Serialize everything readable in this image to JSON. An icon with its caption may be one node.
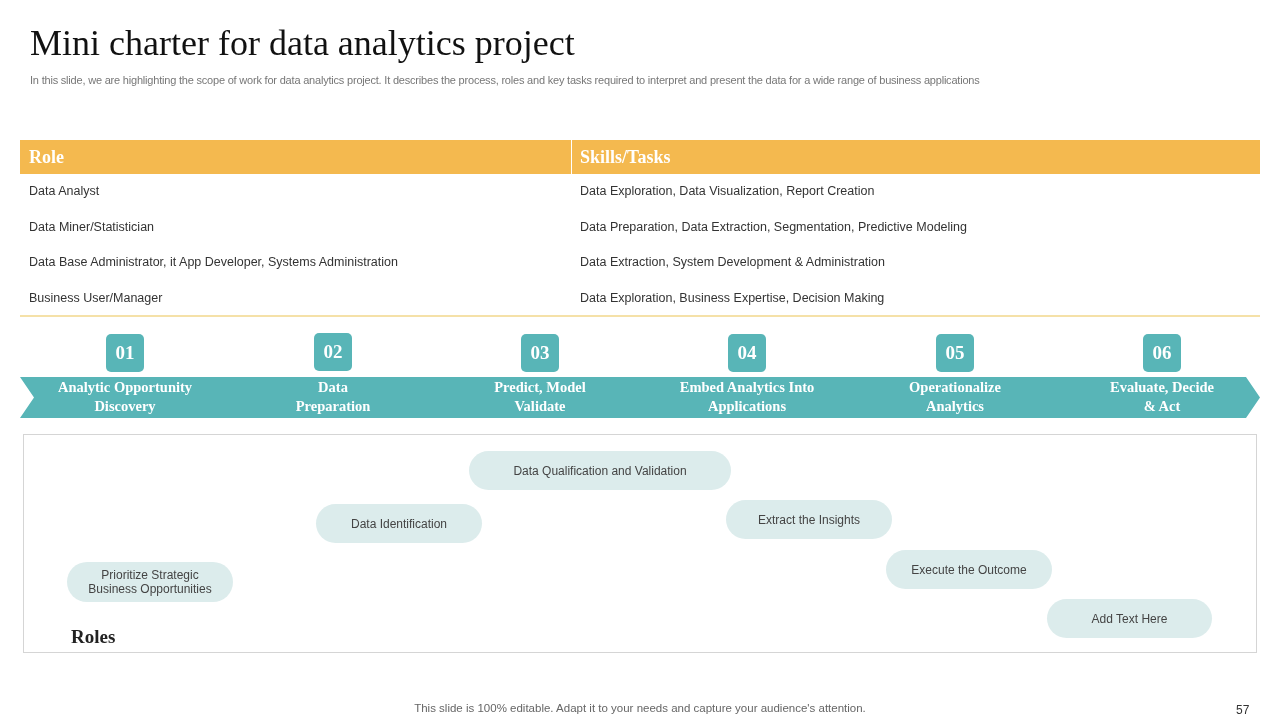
{
  "diagram": {
    "title": "Mini charter for data analytics project",
    "nodes": [
      {
        "text": [
          "01"
        ]
      },
      {
        "text": [
          "02"
        ]
      },
      {
        "text": [
          "03"
        ]
      },
      {
        "text": [
          "04"
        ]
      },
      {
        "text": [
          "05"
        ]
      },
      {
        "text": [
          "06"
        ]
      },
      {
        "text": [
          "Analytic Opportunity Discovery",
          "Data Preparation",
          "Predict, Model Validate",
          "Embed Analytics Into Applications",
          "Operationalize Analytics",
          "Evaluate, Decide & Act"
        ]
      },
      {
        "text": [
          "Roles"
        ]
      },
      {
        "text": [
          "Prioritize Strategic Business Opportunities"
        ],
        "in": 7
      },
      {
        "text": [
          "Data Identification"
        ],
        "in": 7
      },
      {
        "text": [
          "Data Qualification and Validation"
        ],
        "in": 7
      },
      {
        "text": [
          "Extract the Insights"
        ],
        "in": 7
      },
      {
        "text": [
          "Execute the Outcome"
        ],
        "in": 7
      },
      {
        "text": [
          "Add Text Here"
        ],
        "in": 7
      }
    ],
    "edges": [],
    "labels": [
      "In this slide, we are highlighting the scope of work for data analytics project. It describes the process, roles and key tasks required to interpret and present the data for a wide range of business applications",
      "Role",
      "Skills/Tasks",
      "Data Analyst",
      "Data Exploration, Data Visualization, Report Creation",
      "Data Miner/Statistician",
      "Data Preparation, Data Extraction, Segmentation, Predictive Modeling",
      "Data Base Administrator, it App Developer, Systems Administration",
      "Data Extraction, System Development & Administration",
      "Business User/Manager",
      "Data Exploration, Business Expertise, Decision Making",
      "This slide is 100% editable. Adapt it to your needs and capture your audience's attention.",
      "57"
    ]
  }
}
